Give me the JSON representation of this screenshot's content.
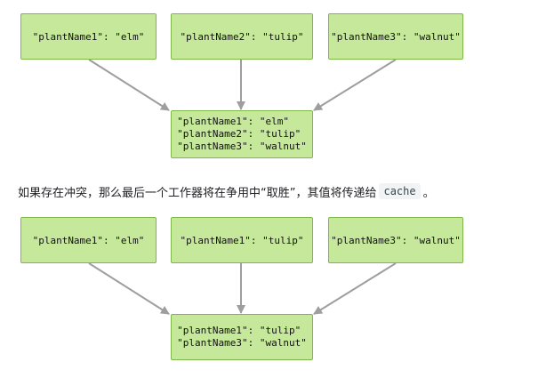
{
  "diagram_top": {
    "sources": [
      "\"plantName1\": \"elm\"",
      "\"plantName2\": \"tulip\"",
      "\"plantName3\": \"walnut\""
    ],
    "result": [
      "\"plantName1\": \"elm\"",
      "\"plantName2\": \"tulip\"",
      "\"plantName3\": \"walnut\""
    ]
  },
  "paragraph": {
    "text_before": "如果存在冲突，那么最后一个工作器将在争用中“取胜”，其值将传递给",
    "code": "cache",
    "text_after": "。"
  },
  "diagram_bottom": {
    "sources": [
      "\"plantName1\": \"elm\"",
      "\"plantName1\": \"tulip\"",
      "\"plantName3\": \"walnut\""
    ],
    "result": [
      "\"plantName1\": \"tulip\"",
      "\"plantName3\": \"walnut\""
    ]
  },
  "colors": {
    "box_fill": "#c5e89a",
    "box_border": "#7db848",
    "arrow": "#9e9e9e"
  }
}
